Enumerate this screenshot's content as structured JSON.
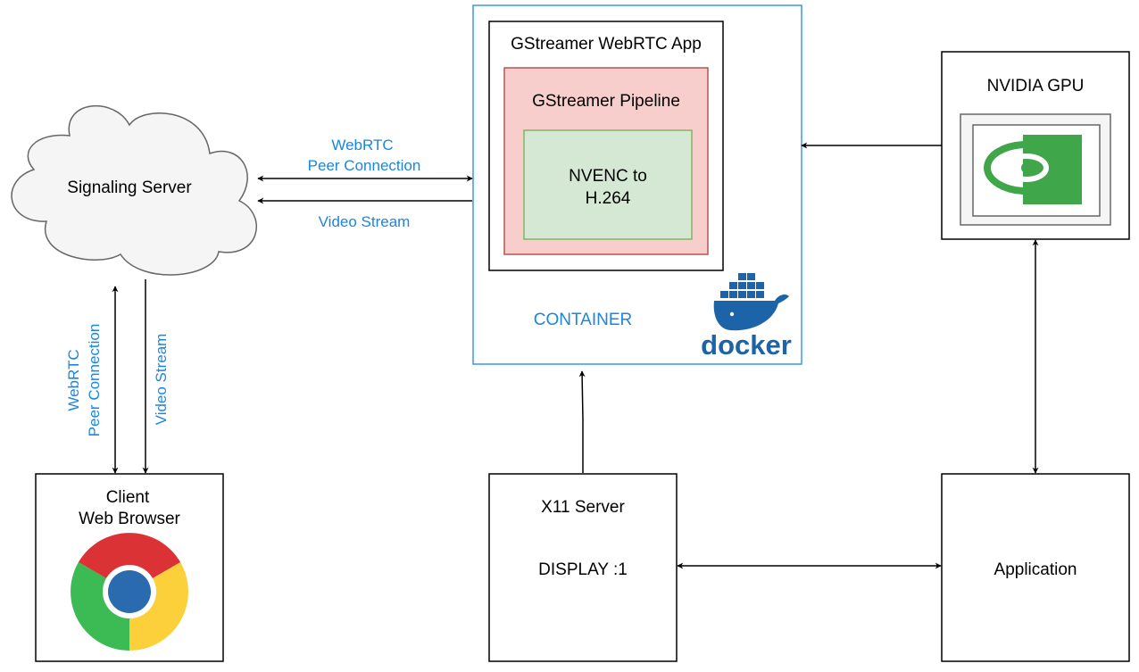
{
  "nodes": {
    "signaling_server": "Signaling Server",
    "gstreamer_app": "GStreamer WebRTC App",
    "gstreamer_pipeline": "GStreamer Pipeline",
    "nvenc_line1": "NVENC to",
    "nvenc_line2": "H.264",
    "container": "CONTAINER",
    "docker": "docker",
    "nvidia_gpu": "NVIDIA GPU",
    "client_line1": "Client",
    "client_line2": "Web Browser",
    "x11_server": "X11 Server",
    "display": "DISPLAY :1",
    "application": "Application"
  },
  "edges": {
    "webrtc_h_line1": "WebRTC",
    "webrtc_h_line2": "Peer Connection",
    "video_stream_h": "Video Stream",
    "webrtc_v_line1": "WebRTC",
    "webrtc_v_line2": "Peer Connection",
    "video_stream_v": "Video Stream"
  },
  "colors": {
    "container_border": "#3b97e3",
    "edge_label": "#1a86e0",
    "pipeline_fill": "#f8cecc",
    "pipeline_border": "#b85450",
    "nvenc_fill": "#d5e8d4",
    "nvenc_border": "#82b366",
    "nvidia_green": "#3fa64a",
    "docker_blue": "#1d63a8"
  },
  "icons": [
    "cloud-shape",
    "docker-icon",
    "nvidia-icon",
    "chrome-icon"
  ]
}
